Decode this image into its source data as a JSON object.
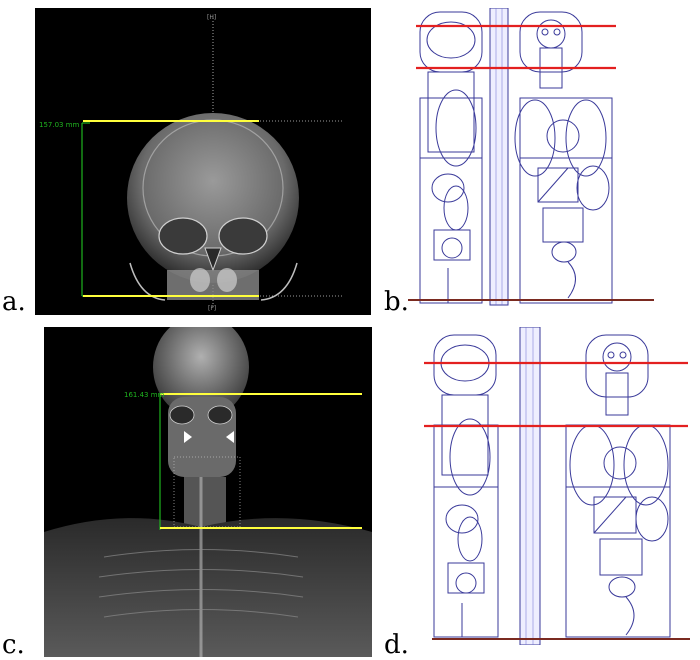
{
  "panels": {
    "a": {
      "label": "a.",
      "measurement": "157.03 mm",
      "top_tag": "[H]",
      "bottom_tag": "[F]"
    },
    "b": {
      "label": "b."
    },
    "c": {
      "label": "c.",
      "measurement": "161.43 mm"
    },
    "d": {
      "label": "d."
    }
  },
  "colors": {
    "yellow_line": "#ffff3c",
    "red_line": "#e32020",
    "measure_green": "#1fb31f",
    "phantom_blue": "#3a3a9a",
    "base_line": "#7a2a20"
  }
}
